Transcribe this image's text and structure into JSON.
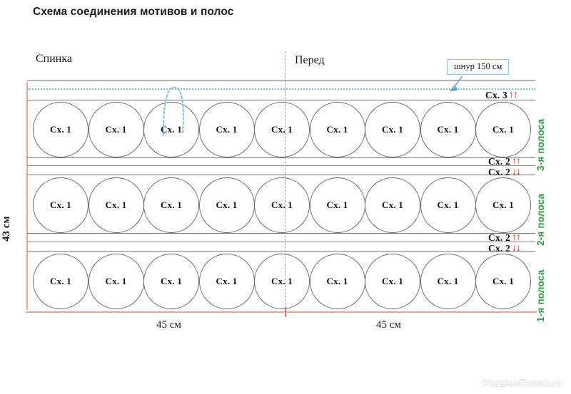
{
  "page": {
    "title": "Схема соединения мотивов и полос",
    "watermark": "PassionForum.ru"
  },
  "sections": {
    "back_label": "Спинка",
    "front_label": "Перед"
  },
  "callout": {
    "cord_text": "шнур 150 см",
    "border_color": "#8ec4de",
    "leader_color": "#5a9ec9"
  },
  "measurements": {
    "height_label": "43 см",
    "width_left_label": "45 см",
    "width_right_label": "45 см",
    "guide_color": "#e8a79c"
  },
  "motif": {
    "label": "Сх. 1",
    "per_row": 9
  },
  "rows": [
    {
      "strip_label": "3-я полоса",
      "motifs": [
        "Сх. 1",
        "Сх. 1",
        "Сх. 1",
        "Сх. 1",
        "Сх. 1",
        "Сх. 1",
        "Сх. 1",
        "Сх. 1",
        "Сх. 1"
      ]
    },
    {
      "strip_label": "2-я полоса",
      "motifs": [
        "Сх. 1",
        "Сх. 1",
        "Сх. 1",
        "Сх. 1",
        "Сх. 1",
        "Сх. 1",
        "Сх. 1",
        "Сх. 1",
        "Сх. 1"
      ]
    },
    {
      "strip_label": "1-я полоса",
      "motifs": [
        "Сх. 1",
        "Сх. 1",
        "Сх. 1",
        "Сх. 1",
        "Сх. 1",
        "Сх. 1",
        "Сх. 1",
        "Сх. 1",
        "Сх. 1"
      ]
    }
  ],
  "scheme_notes": [
    {
      "text": "Сх. 3",
      "arrows": "↑↑"
    },
    {
      "text": "Сх. 2",
      "arrows": "↑↑"
    },
    {
      "text": "Сх. 2",
      "arrows": "↓↓"
    },
    {
      "text": "Сх. 2",
      "arrows": "↑↑"
    },
    {
      "text": "Сх. 2",
      "arrows": "↓↓"
    }
  ],
  "colors": {
    "strip_label": "#2f9e3f",
    "arrow_red": "#c9342a",
    "cord_blue": "#7fc0de",
    "rule_gray": "#777777",
    "motif_stroke": "#6b6b6b"
  }
}
